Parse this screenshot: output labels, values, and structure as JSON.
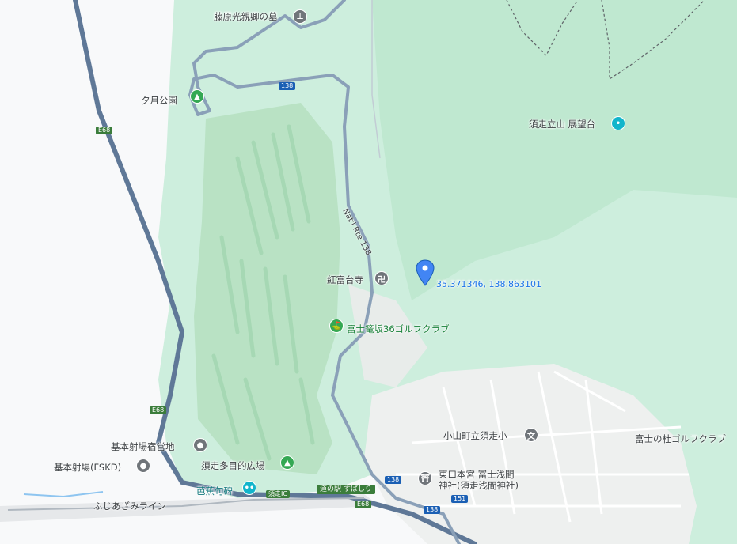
{
  "colors": {
    "forest": "#cdeedd",
    "forest_dark": "#b7e4c9",
    "park": "#a8dcb9",
    "urban": "#f1f3f4",
    "highway": "#5f7897",
    "road": "#8aa0b8",
    "pin": "#4285f4"
  },
  "pois": [
    {
      "label": "藤原光親卿の墓",
      "icon": "monument-icon",
      "kind": "gray"
    },
    {
      "label": "夕月公園",
      "icon": "tree-icon",
      "kind": "green"
    },
    {
      "label": "須走立山 展望台",
      "icon": "viewpoint-icon",
      "kind": "teal"
    },
    {
      "label": "紅富台寺",
      "icon": "temple-icon",
      "kind": "gray"
    },
    {
      "label": "富士篭坂36ゴルフクラブ",
      "icon": "golf-icon",
      "kind": "green"
    },
    {
      "label": "小山町立須走小",
      "icon": "school-icon",
      "kind": "gray"
    },
    {
      "label": "富士の杜ゴルフクラブ",
      "icon": "",
      "kind": "none"
    },
    {
      "label": "基本射場宿営地",
      "icon": "place-icon",
      "kind": "gray"
    },
    {
      "label": "基本射場(FSKD)",
      "icon": "place-icon",
      "kind": "gray"
    },
    {
      "label": "須走多目的広場",
      "icon": "tree-icon",
      "kind": "green"
    },
    {
      "label": "芭蕉句碑",
      "icon": "attraction-icon",
      "kind": "teal"
    },
    {
      "label": "東口本宮 冨士浅間",
      "icon": "shrine-icon",
      "kind": "gray"
    },
    {
      "label": "神社(須走浅間神社)",
      "icon": "",
      "kind": "none"
    }
  ],
  "roads": {
    "natl_route": "Nat'l Rte 138",
    "fuji_azami": "ふじあざみライン",
    "shields": [
      "138",
      "E68",
      "E68",
      "138",
      "138",
      "151",
      "E68"
    ],
    "ic": "須走IC",
    "station": "道の駅 すばしり"
  },
  "pin": {
    "coords": "35.371346, 138.863101"
  }
}
